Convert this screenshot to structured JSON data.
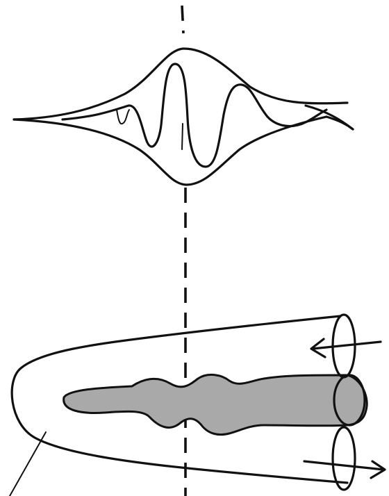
{
  "figure": {
    "colors": {
      "ink": "#111111",
      "core_fill": "#a9a9a9",
      "background": "#ffffff"
    },
    "parts": [
      "centerline",
      "wave-packet",
      "envelope",
      "tube",
      "core",
      "rotation-rings",
      "flow-arrows",
      "pointer-line"
    ]
  }
}
